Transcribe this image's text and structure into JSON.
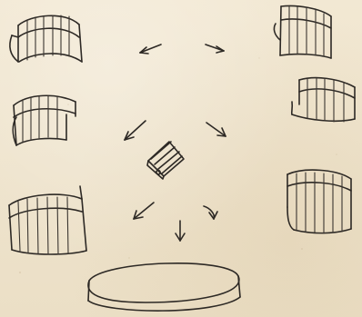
{
  "drawing": {
    "style": "hand-drawn pen sketch on paper",
    "ink_color": "#2d2925",
    "paper_color": "#efe4cf",
    "objects": [
      {
        "name": "curved-wall-segment",
        "count": 6
      },
      {
        "name": "center-module",
        "count": 1
      },
      {
        "name": "oval-platform",
        "count": 1
      },
      {
        "name": "direction-arrow",
        "count": 7
      }
    ]
  }
}
